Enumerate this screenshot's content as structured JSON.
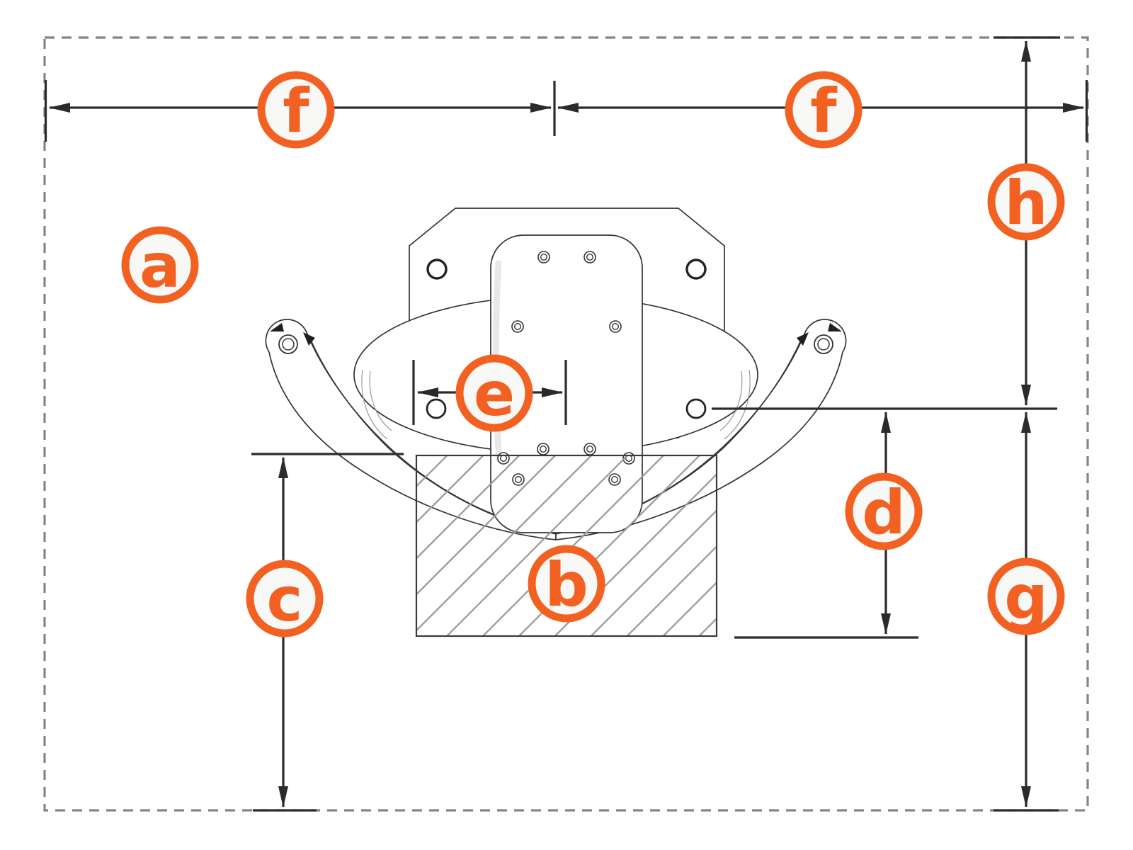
{
  "figure": {
    "kind": "installation-dimension-diagram",
    "wall_area": "dashed boundary rectangle",
    "keep_clear_zone": "hatched rectangle below mounted unit"
  },
  "callouts": [
    {
      "id": "a",
      "letter": "a"
    },
    {
      "id": "b",
      "letter": "b"
    },
    {
      "id": "c",
      "letter": "c"
    },
    {
      "id": "d",
      "letter": "d"
    },
    {
      "id": "e",
      "letter": "e"
    },
    {
      "id": "f-left",
      "letter": "f"
    },
    {
      "id": "f-right",
      "letter": "f"
    },
    {
      "id": "g",
      "letter": "g"
    },
    {
      "id": "h",
      "letter": "h"
    }
  ],
  "colors": {
    "accent": "#F26122",
    "dimension_line": "#2B2B2B",
    "drawing_line": "#333333",
    "hatch": "#9A9A9A",
    "border_dash": "#858585",
    "label_fill": "#F8F8F6"
  }
}
